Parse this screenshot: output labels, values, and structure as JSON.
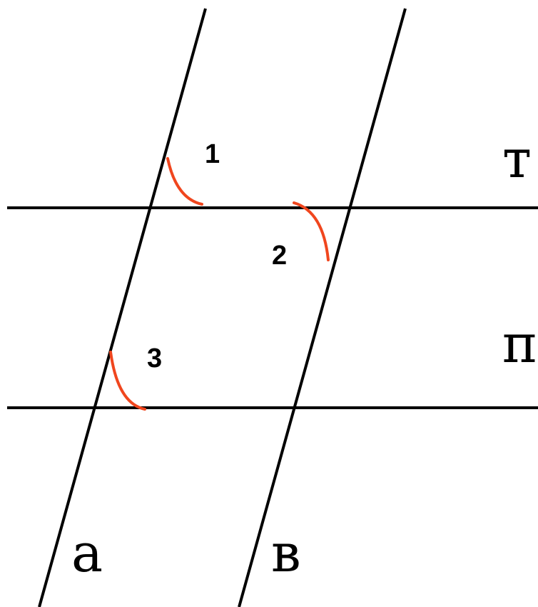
{
  "colors": {
    "line": "#000000",
    "arc": "#f0461e",
    "background": "#ffffff"
  },
  "lines": {
    "a": {
      "label": "а"
    },
    "b": {
      "label": "в"
    },
    "t": {
      "label": "т"
    },
    "p": {
      "label": "п"
    }
  },
  "angles": {
    "one": {
      "label": "1"
    },
    "two": {
      "label": "2"
    },
    "three": {
      "label": "3"
    }
  }
}
